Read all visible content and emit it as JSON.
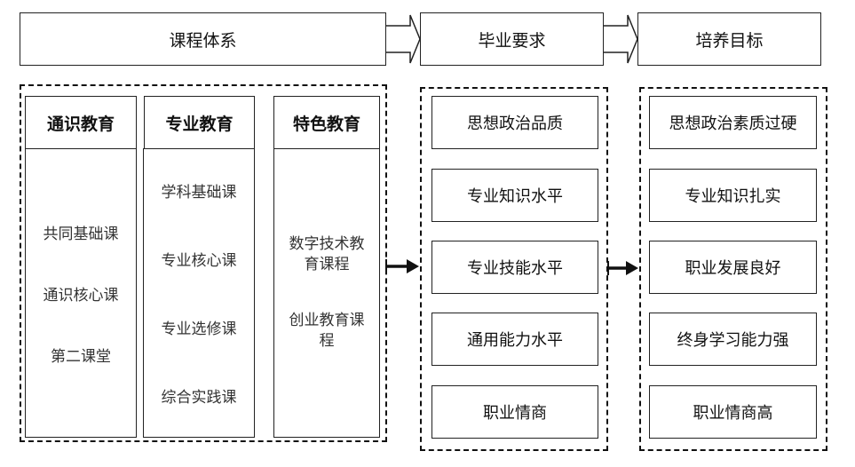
{
  "header": {
    "curriculum_label": "课程体系",
    "requirements_label": "毕业要求",
    "objectives_label": "培养目标"
  },
  "curriculum": {
    "columns": [
      {
        "title": "通识教育",
        "items": [
          "共同基础课",
          "通识核心课",
          "第二课堂"
        ]
      },
      {
        "title": "专业教育",
        "items": [
          "学科基础课",
          "专业核心课",
          "专业选修课",
          "综合实践课"
        ]
      },
      {
        "title": "特色教育",
        "items": [
          "数字技术教育课程",
          "创业教育课程"
        ]
      }
    ]
  },
  "requirements": {
    "items": [
      "思想政治品质",
      "专业知识水平",
      "专业技能水平",
      "通用能力水平",
      "职业情商"
    ]
  },
  "objectives": {
    "items": [
      "思想政治素质过硬",
      "专业知识扎实",
      "职业发展良好",
      "终身学习能力强",
      "职业情商高"
    ]
  }
}
